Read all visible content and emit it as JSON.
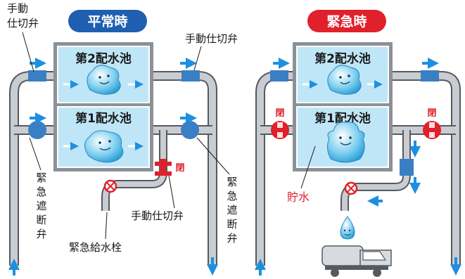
{
  "normal": {
    "badge": "平常時",
    "tank2": "第2配水池",
    "tank1": "第1配水池",
    "manual_valve_top_left": "手動\n仕切弁",
    "manual_valve_top_right": "手動仕切弁",
    "emergency_shutoff_left": "緊急遮断弁",
    "emergency_shutoff_right": "緊急遮断弁",
    "closed_mark": "閉",
    "manual_valve_bottom": "手動仕切弁",
    "hydrant": "緊急給水栓"
  },
  "emergency": {
    "badge": "緊急時",
    "tank2": "第2配水池",
    "tank1": "第1配水池",
    "closed_left": "閉",
    "closed_right": "閉",
    "storage": "貯水"
  },
  "colors": {
    "badge_normal": "#1f5fb0",
    "badge_emergency": "#e0202a",
    "pipe_fill": "#c9cdd2",
    "pipe_stroke": "#555a60",
    "water": "#bfe6f7",
    "arrow": "#1e8fe0",
    "valve_blue": "#3a7fc4",
    "valve_red": "#e0202a"
  }
}
